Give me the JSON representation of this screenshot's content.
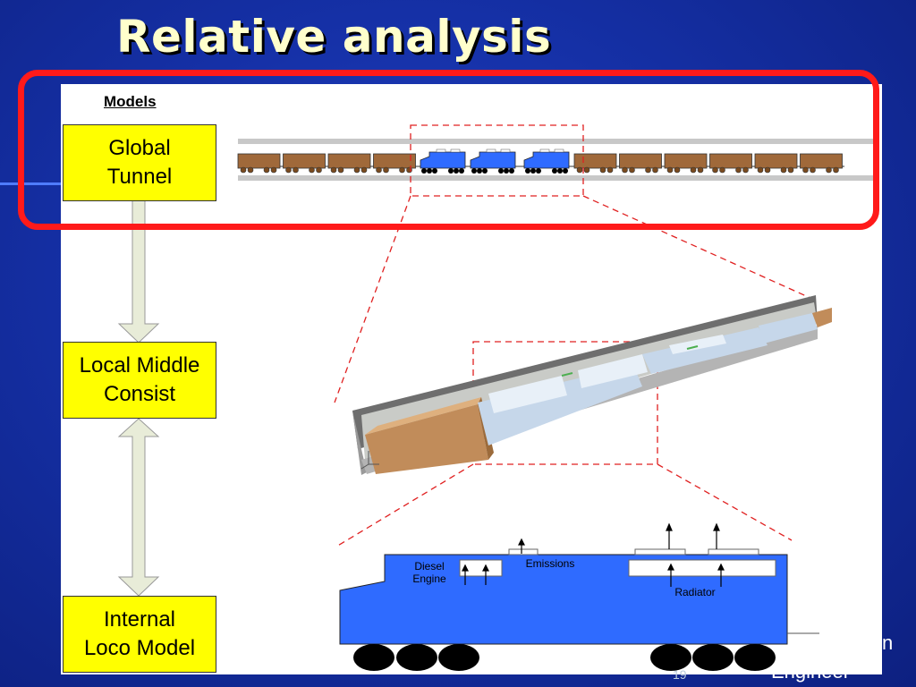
{
  "title": "Relative analysis",
  "models_label": "Models",
  "boxes": {
    "global": "Global\nTunnel",
    "local": "Local Middle\nConsist",
    "internal": "Internal\nLoco Model"
  },
  "loco_labels": {
    "diesel_engine": "Diesel\nEngine",
    "emissions": "Emissions",
    "radiator": "Radiator"
  },
  "footer": {
    "page_number": "19",
    "corner_text_1": "n",
    "corner_text_2": "Engineer"
  },
  "colors": {
    "background": "#1530a6",
    "title": "#ffffcc",
    "box_fill": "#ffff00",
    "locomotive": "#2f6bff",
    "freight_car": "#a0693a",
    "highlight": "#ff1a1a",
    "dashed_guides": "#e02020"
  }
}
